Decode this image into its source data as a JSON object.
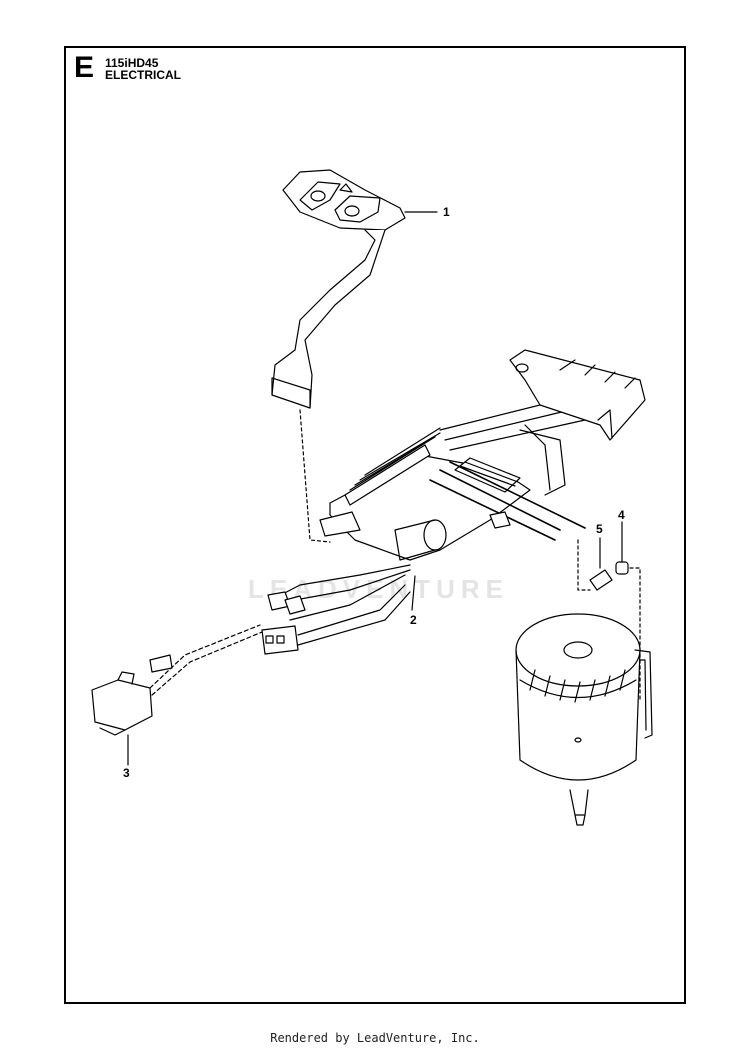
{
  "header": {
    "section": "E",
    "model": "115iHD45",
    "title": "ELECTRICAL"
  },
  "callouts": [
    {
      "id": "1",
      "label": "1"
    },
    {
      "id": "2",
      "label": "2"
    },
    {
      "id": "3",
      "label": "3"
    },
    {
      "id": "4",
      "label": "4"
    },
    {
      "id": "5",
      "label": "5"
    }
  ],
  "watermark": "LEADVENTURE",
  "footer": "Rendered by LeadVenture, Inc."
}
